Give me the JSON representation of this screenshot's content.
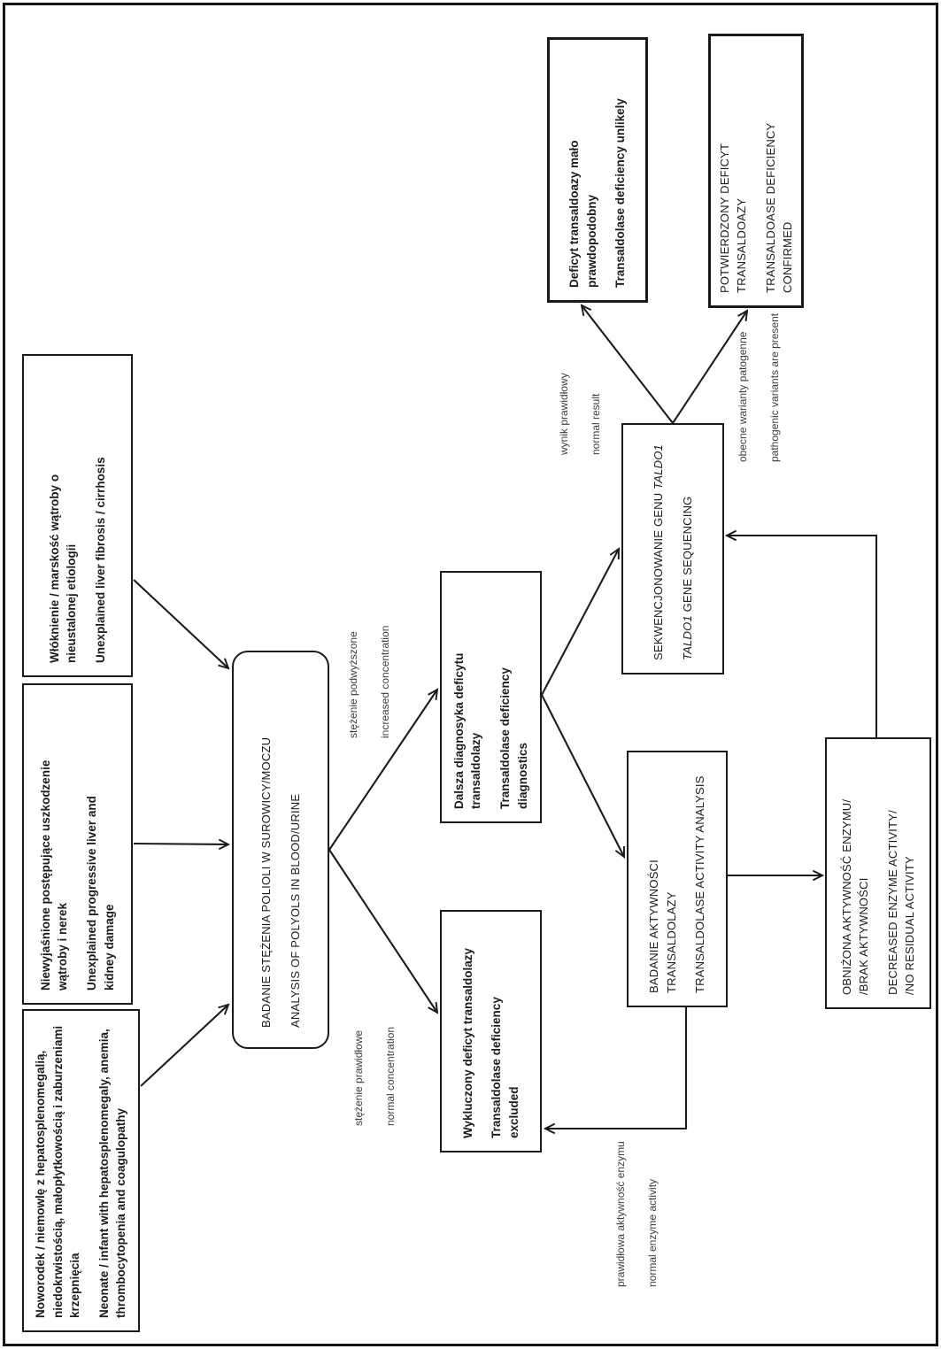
{
  "figure": {
    "type": "diagnostic-flowchart",
    "languages": "Polish / English",
    "ink_color": "#1b1b1b"
  },
  "boxes": {
    "neonate": {
      "pl": "Noworodek / niemowlę z hepatosplenomegalią,\nniedokrwistością, małopłytkowością i zaburzeniami\nkrzepnięcia",
      "en": "Neonate / infant with hepatosplenomegaly, anemia,\nthrombocytopenia and coagulopathy"
    },
    "progressive_damage": {
      "pl": "Niewyjaśnione postępujące uszkodzenie\nwątroby i nerek",
      "en": "Unexplained progressive liver and\nkidney damage"
    },
    "fibrosis": {
      "pl": "Włóknienie / marskość wątroby o\nnieustalonej etiologii",
      "en": "Unexplained liver fibrosis / cirrhosis"
    },
    "polyol_analysis": {
      "pl": "BADANIE STĘŻENIA POLIOLI W SUROWICY/MOCZU",
      "en": "ANALYSIS OF POLYOLS IN BLOOD/URINE"
    },
    "excluded": {
      "pl": "Wykluczony deficyt transaldolazy",
      "en": "Transaldolase deficiency\nexcluded"
    },
    "further_diagnostics": {
      "pl": "Dalsza diagnosyka deficytu\ntransaldolazy",
      "en": "Transaldolase deficiency\ndiagnostics"
    },
    "activity_analysis": {
      "pl": "BADANIE AKTYWNOŚCI\nTRANSALDOLAZY",
      "en": "TRANSALDOLASE ACTIVITY ANALYSIS"
    },
    "gene_sequencing": {
      "pl_text": "SEKWENCJONOWANIE GENU",
      "pl_gene": "TALDO1",
      "en_gene": "TALDO1",
      "en_text": "GENE SEQUENCING"
    },
    "unlikely": {
      "pl": "Deficyt transaldoazy mało\nprawdopodobny",
      "en": "Transaldolase deficiency unlikely"
    },
    "confirmed": {
      "pl": "POTWIERDZONY DEFICYT TRANSALDOAZY",
      "en": "TRANSALDOASE DEFICIENCY CONFIRMED"
    },
    "decreased_activity": {
      "pl": "OBNIŻONA AKTYWNOŚĆ ENZYMU/\n/BRAK AKTYWNOŚCI",
      "en": "DECREASED ENZYME ACTIVITY/\n/NO RESIDUAL ACTIVITY"
    }
  },
  "edge_labels": {
    "increased": {
      "pl": "stężenie podwyższone",
      "en": "increased concentration"
    },
    "normal_concentration": {
      "pl": "stężenie prawidłowe",
      "en": "normal concentration"
    },
    "normal_result": {
      "pl": "wynik prawidłowy",
      "en": "normal result"
    },
    "pathogenic_variants": {
      "pl": "obecne warianty patogenne",
      "en": "pathogenic variants are present"
    },
    "normal_enzyme_activity": {
      "pl": "prawidłowa aktywność enzymu",
      "en": "normal enzyme activity"
    }
  }
}
